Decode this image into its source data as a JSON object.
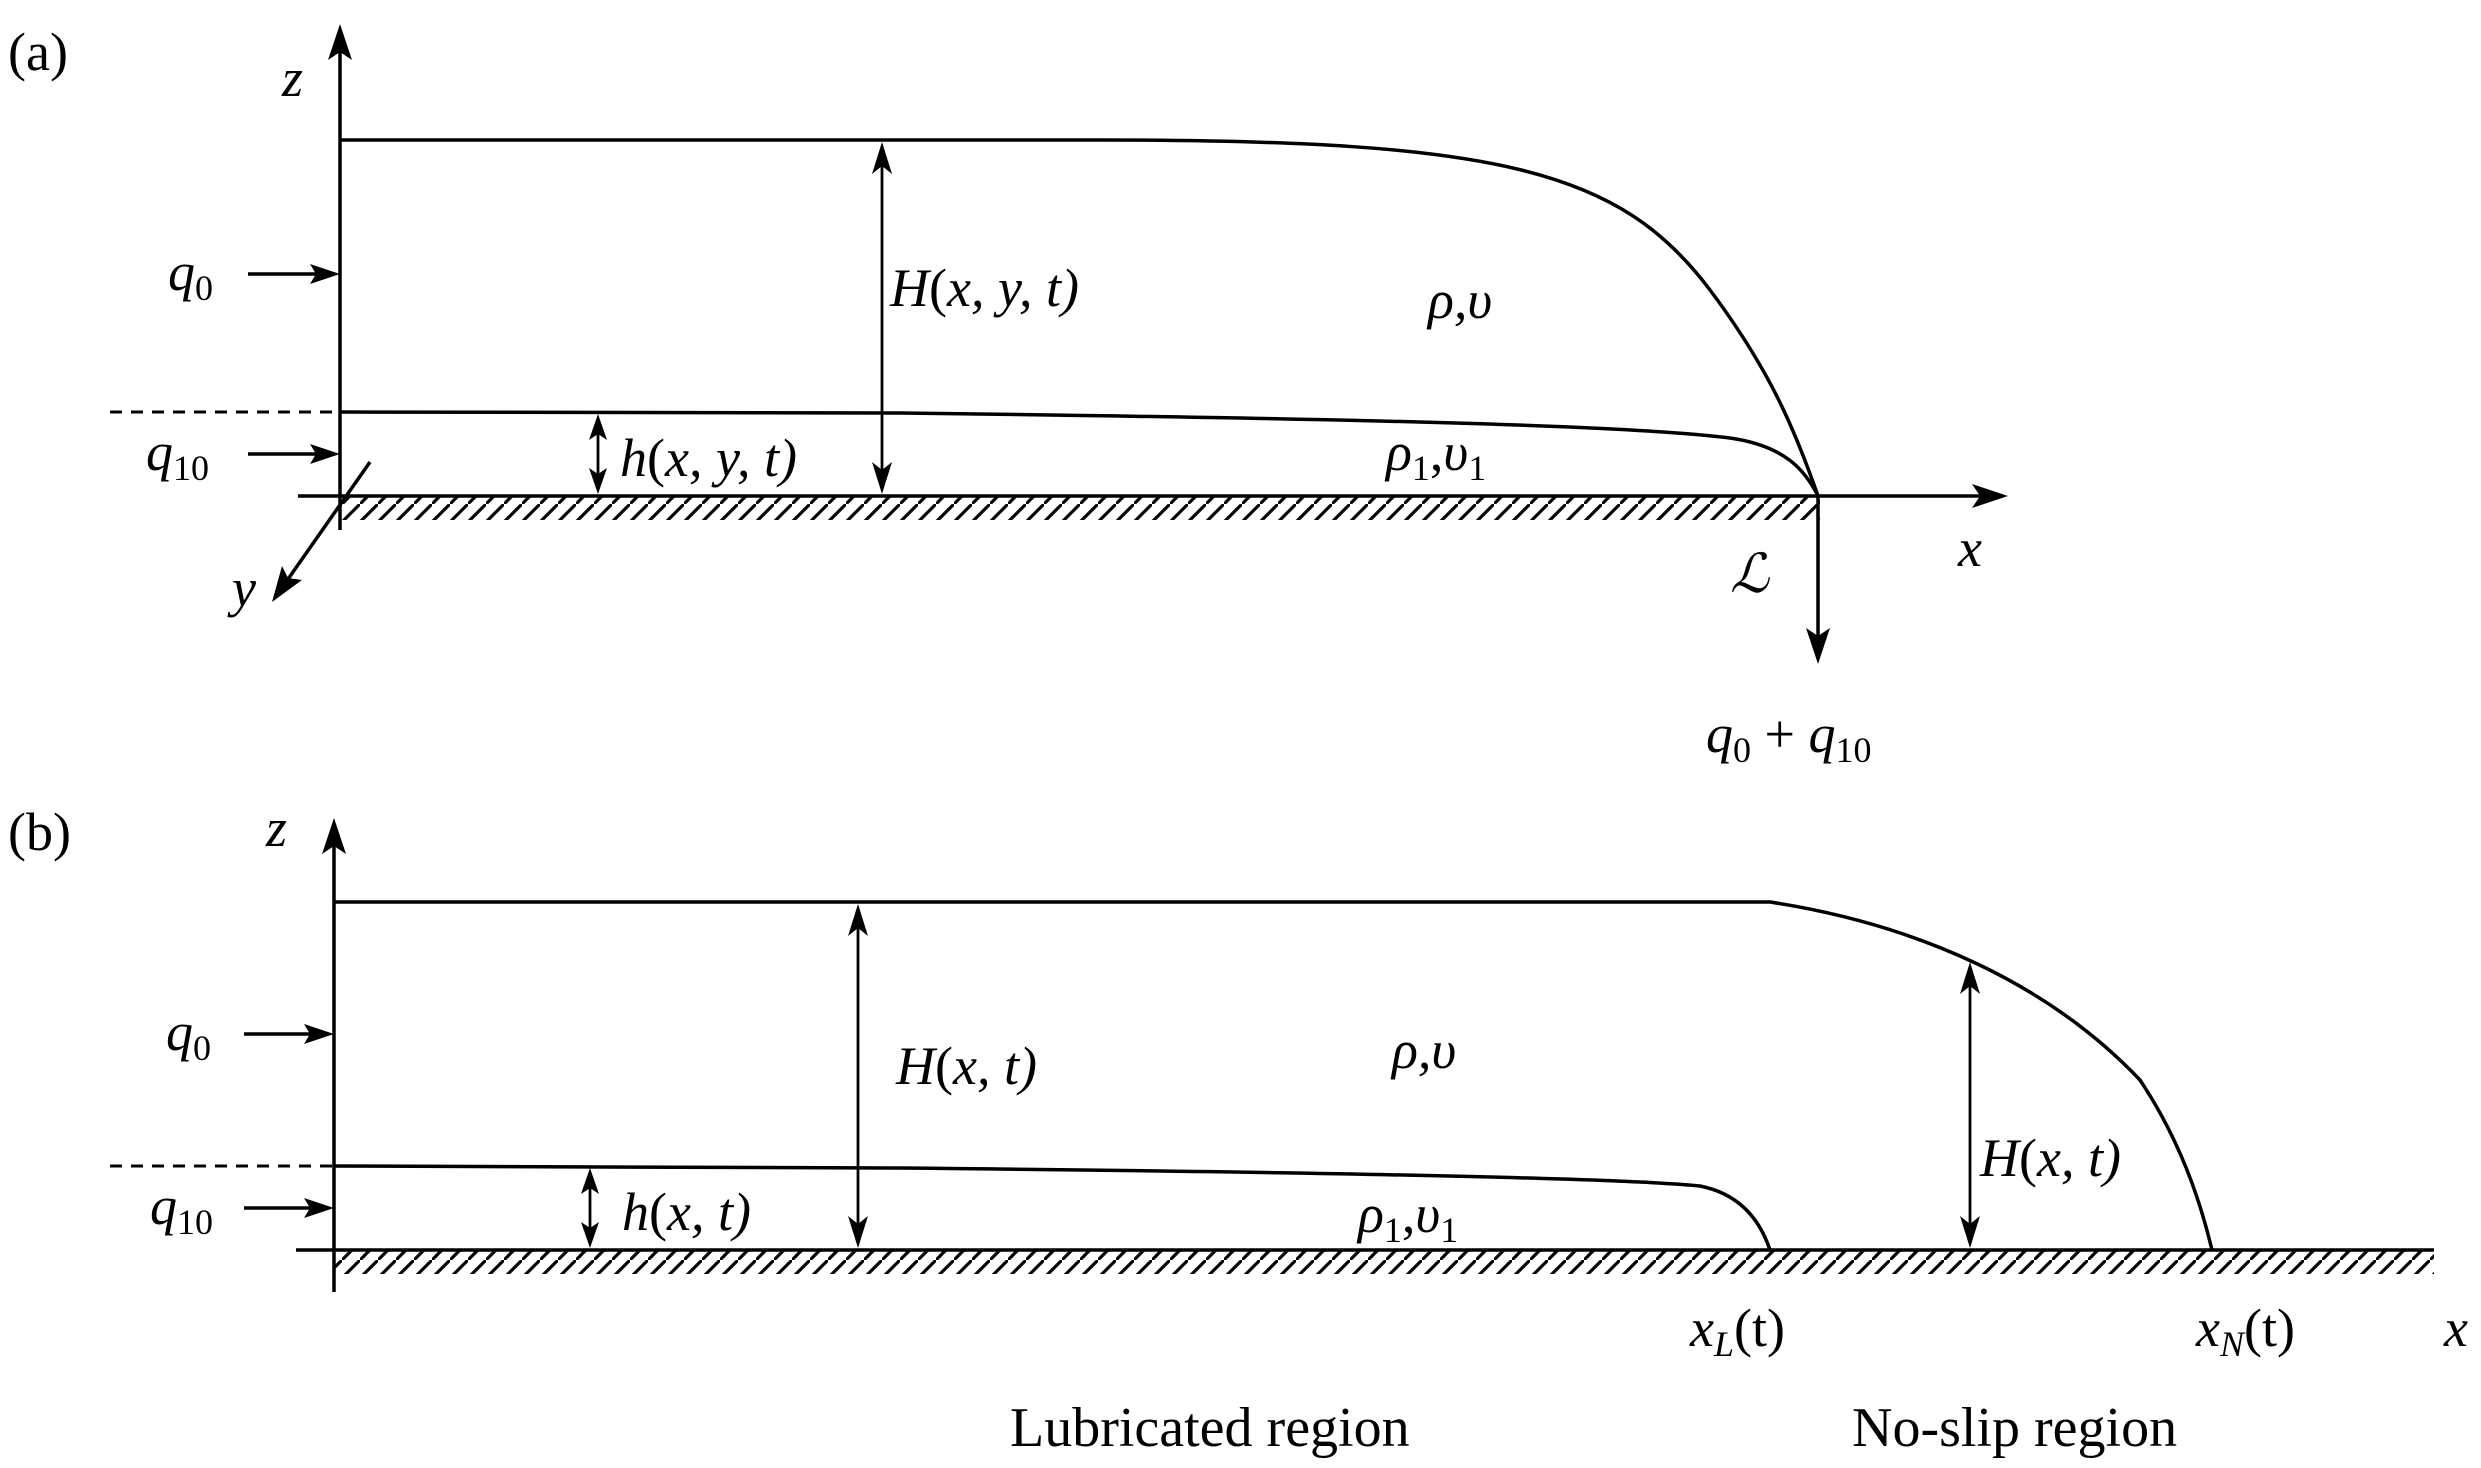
{
  "panel_a": {
    "tag": "(a)",
    "z_axis": "z",
    "x_axis": "x",
    "y_axis": "y",
    "inflow_upper": {
      "q": "q",
      "sub": "0"
    },
    "inflow_lower": {
      "q": "q",
      "sub": "10"
    },
    "total_height": {
      "sym": "H",
      "args": "(x, y, t)"
    },
    "lower_thickness": {
      "sym": "h",
      "args": "(x, y, t)"
    },
    "upper_fluid": "ρ,υ",
    "lower_fluid": {
      "rho": "ρ",
      "rho_sub": "1",
      "sep": ",",
      "nu": "υ",
      "nu_sub": "1"
    },
    "sink_label": "ℒ",
    "outflow": {
      "q1": "q",
      "sub1": "0",
      "plus": " + ",
      "q2": "q",
      "sub2": "10"
    }
  },
  "panel_b": {
    "tag": "(b)",
    "z_axis": "z",
    "x_axis": "x",
    "inflow_upper": {
      "q": "q",
      "sub": "0"
    },
    "inflow_lower": {
      "q": "q",
      "sub": "10"
    },
    "total_height": {
      "sym": "H",
      "args": "(x, t)"
    },
    "total_height_right": {
      "sym": "H",
      "args": "(x, t)"
    },
    "lower_thickness": {
      "sym": "h",
      "args": "(x, t)"
    },
    "upper_fluid": "ρ,υ",
    "lower_fluid": {
      "rho": "ρ",
      "rho_sub": "1",
      "sep": ",",
      "nu": "υ",
      "nu_sub": "1"
    },
    "front_lubricated": {
      "sym": "x",
      "sub": "L",
      "args": "(t)"
    },
    "front_noslip": {
      "sym": "x",
      "sub": "N",
      "args": "(t)"
    },
    "region_lubricated": "Lubricated region",
    "region_noslip": "No-slip region"
  }
}
